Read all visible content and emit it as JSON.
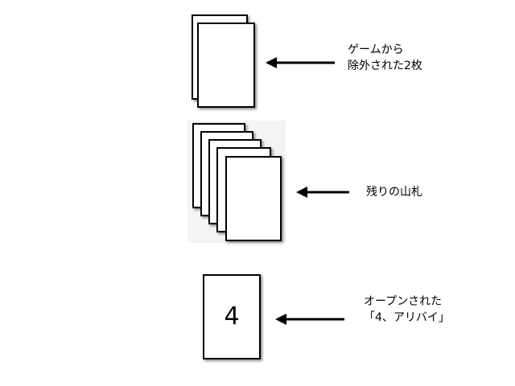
{
  "groups": [
    {
      "id": "removed",
      "label_lines": [
        "ゲームから",
        "除外された2枚"
      ]
    },
    {
      "id": "deck",
      "label_lines": [
        "残りの山札"
      ]
    },
    {
      "id": "open",
      "label_lines": [
        "オープンされた",
        "「4、アリバイ」"
      ],
      "card_value": "4"
    }
  ]
}
